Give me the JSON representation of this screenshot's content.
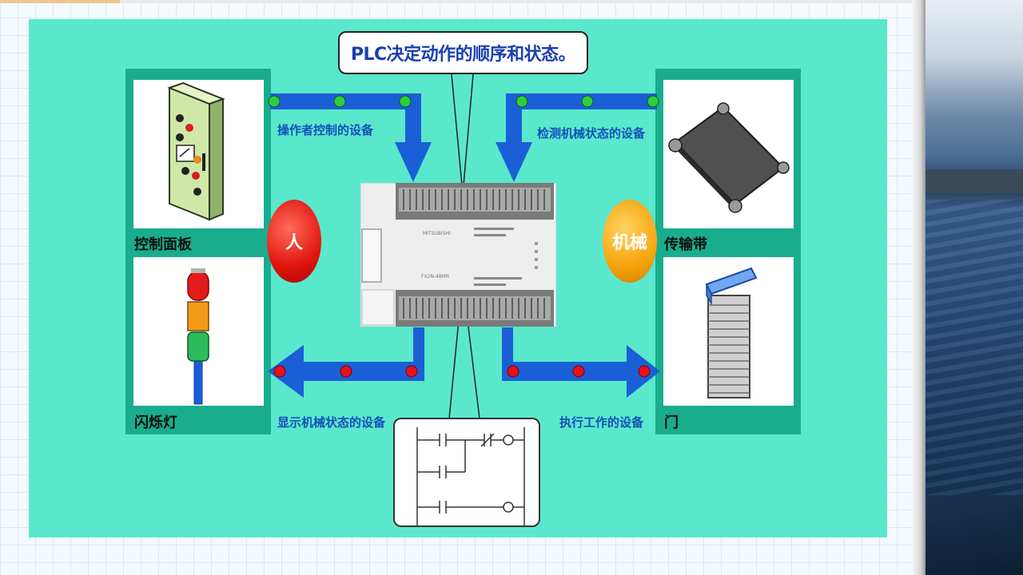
{
  "callout": {
    "text": "PLC决定动作的顺序和状态。"
  },
  "devices": {
    "control_panel": {
      "label": "控制面板"
    },
    "flash_light": {
      "label": "闪烁灯"
    },
    "conveyor": {
      "label": "传输带"
    },
    "door": {
      "label": "门"
    }
  },
  "flows": {
    "operator_input": {
      "label": "操作者控制的设备"
    },
    "machine_sensor": {
      "label": "检测机械状态的设备"
    },
    "display_output": {
      "label": "显示机械状态的设备"
    },
    "work_output": {
      "label": "执行工作的设备"
    }
  },
  "badges": {
    "person": {
      "label": "人",
      "color": "#e0140c"
    },
    "machine": {
      "label": "机械",
      "color": "#f6a40c"
    }
  },
  "plc": {
    "model_text": "MITSUBISHI",
    "sub_text": "FX2N-48MR"
  },
  "colors": {
    "panel": "#5ae8cc",
    "frame": "#19ad8e",
    "arrow": "#1a5fd6",
    "input_dot": "#2ecc40",
    "output_dot": "#e8101a"
  }
}
